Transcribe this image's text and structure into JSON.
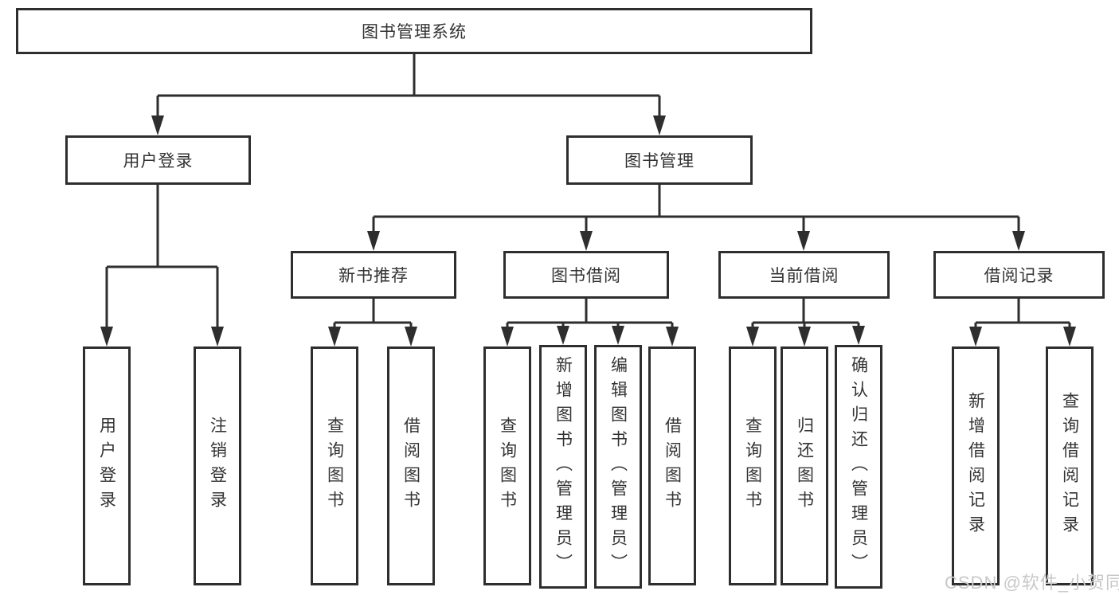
{
  "diagram": {
    "root": {
      "label": "图书管理系统"
    },
    "level2": [
      {
        "label": "用户登录"
      },
      {
        "label": "图书管理"
      }
    ],
    "level3": [
      {
        "label": "新书推荐"
      },
      {
        "label": "图书借阅"
      },
      {
        "label": "当前借阅"
      },
      {
        "label": "借阅记录"
      }
    ],
    "leaves": {
      "user_login": [
        "用户登录",
        "注销登录"
      ],
      "new_books": [
        "查询图书",
        "借阅图书"
      ],
      "book_borrow": [
        "查询图书",
        "新增图书（管理员）",
        "编辑图书（管理员）",
        "借阅图书"
      ],
      "current_borrow": [
        "查询图书",
        "归还图书",
        "确认归还（管理员）"
      ],
      "borrow_records": [
        "新增借阅记录",
        "查询借阅记录"
      ]
    },
    "colors": {
      "line": "#2e2e2e",
      "text": "#333333",
      "watermark": "#c8c8c8",
      "background": "#ffffff"
    }
  },
  "watermark": {
    "text": "CSDN @软件_小贺同学"
  }
}
